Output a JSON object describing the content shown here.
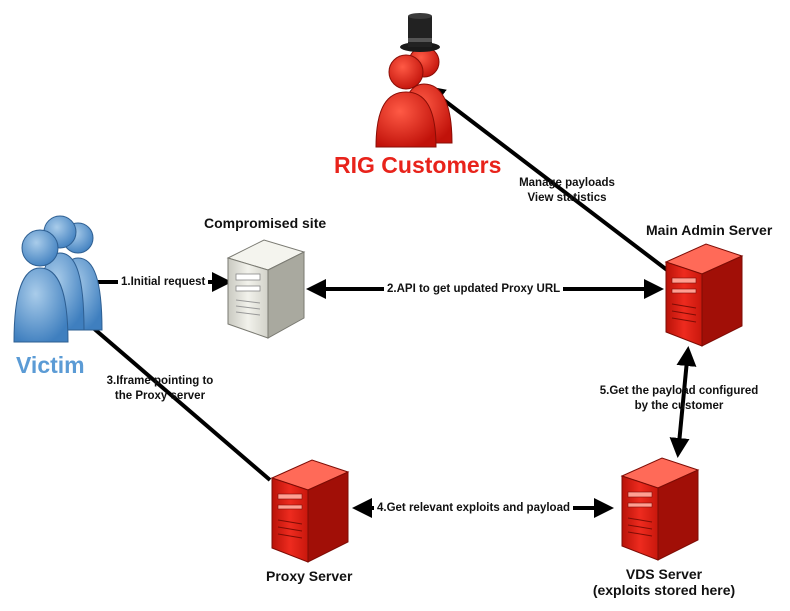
{
  "nodes": {
    "rig_customers": {
      "label": "RIG Customers",
      "color": "#e8231b",
      "icon": "user-hat-icon"
    },
    "victim": {
      "label": "Victim",
      "color": "#5b9bd5",
      "icon": "user-group-icon"
    },
    "compromised_site": {
      "label": "Compromised site",
      "icon": "server-gray-icon"
    },
    "main_admin_server": {
      "label": "Main Admin Server",
      "icon": "server-red-icon"
    },
    "proxy_server": {
      "label": "Proxy Server",
      "icon": "server-red-icon"
    },
    "vds_server": {
      "label": "VDS Server",
      "sublabel": "(exploits stored here)",
      "icon": "server-red-icon"
    }
  },
  "edges": {
    "manage": {
      "line1": "Manage payloads",
      "line2": "View statistics"
    },
    "initial_request": {
      "label": "1.Initial request"
    },
    "api": {
      "label": "2.API to get updated Proxy URL"
    },
    "iframe": {
      "line1": "3.Iframe pointing to",
      "line2": "the Proxy server"
    },
    "exploits": {
      "label": "4.Get relevant exploits and payload"
    },
    "payload": {
      "line1": "5.Get the payload configured",
      "line2": "by the customer"
    }
  },
  "colors": {
    "arrow": "#000000",
    "server_red": "#e8231b",
    "server_gray": "#d9d9d9"
  }
}
